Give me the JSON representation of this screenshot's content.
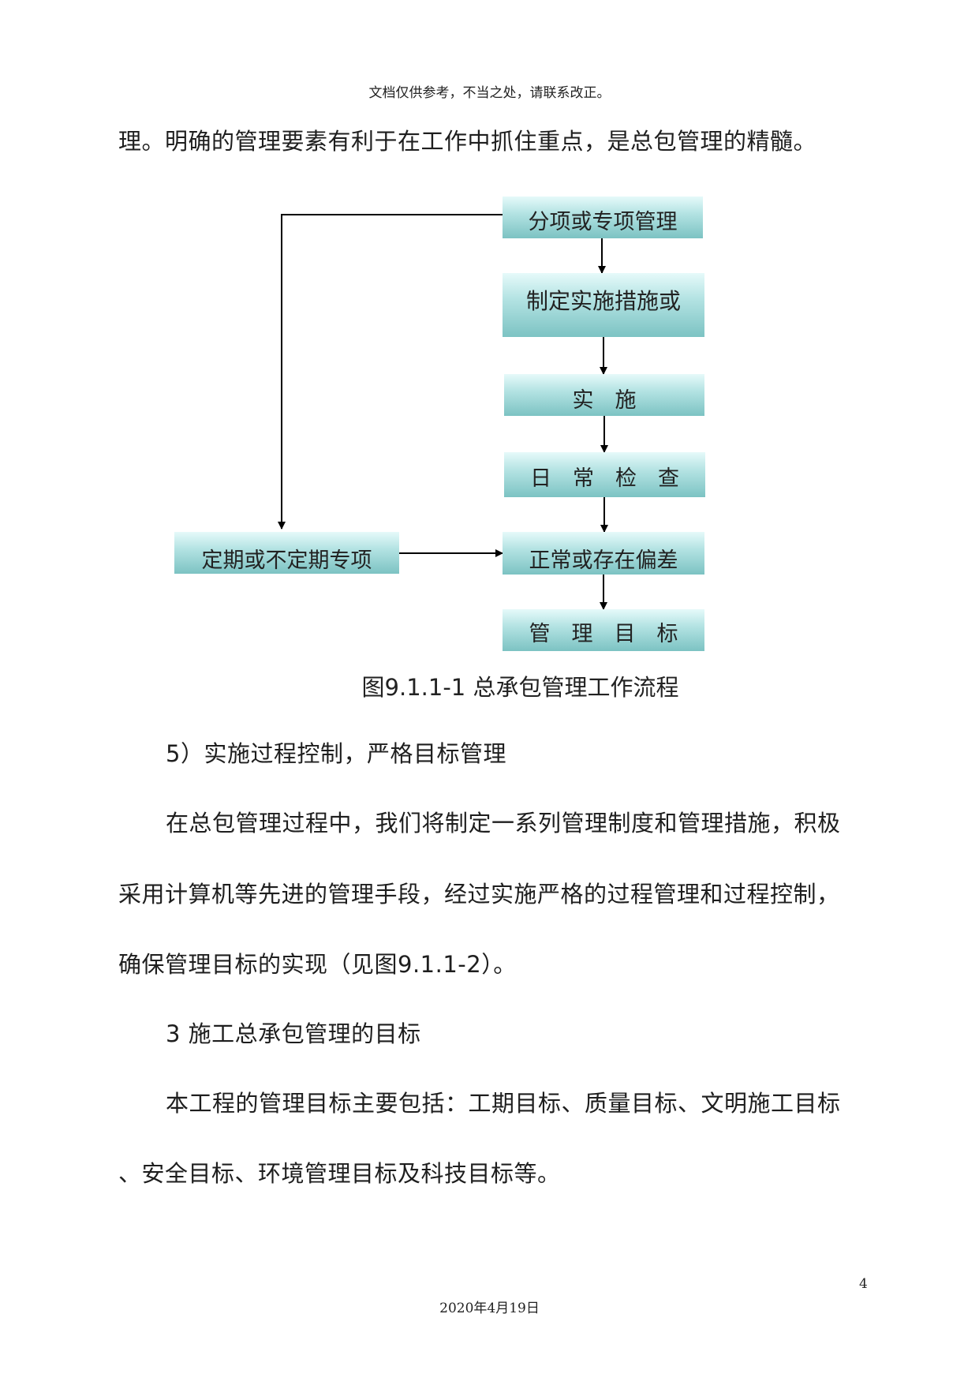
{
  "header": "文档仅供参考，不当之处，请联系改正。",
  "intro_line": "理。明确的管理要素有利于在工作中抓住重点，是总包管理的精髓。",
  "flowchart": {
    "box1": "分项或专项管理",
    "box2": "制定实施措施或",
    "box3": "实　施",
    "box4": "日　常　检　查",
    "box5": "正常或存在偏差",
    "box6": "管　理　目　标",
    "side_box": "定期或不定期专项"
  },
  "caption": "图9.1.1-1  总承包管理工作流程",
  "section5_title": "5）实施过程控制，严格目标管理",
  "para1": [
    "在总包管理过程中，我们将制定一系列管理制度和管理措施，积极",
    "采用计算机等先进的管理手段，经过实施严格的过程管理和过程控制，",
    "确保管理目标的实现（见图9.1.1-2）。"
  ],
  "section3_title": "3  施工总承包管理的目标",
  "para2": [
    "本工程的管理目标主要包括：工期目标、质量目标、文明施工目标",
    "、安全目标、环境管理目标及科技目标等。"
  ],
  "page_number": "4",
  "footer_date": "2020年4月19日",
  "colors": {
    "box_top": "#e6fafa",
    "box_bottom": "#7cc3c3",
    "line": "#000000"
  }
}
